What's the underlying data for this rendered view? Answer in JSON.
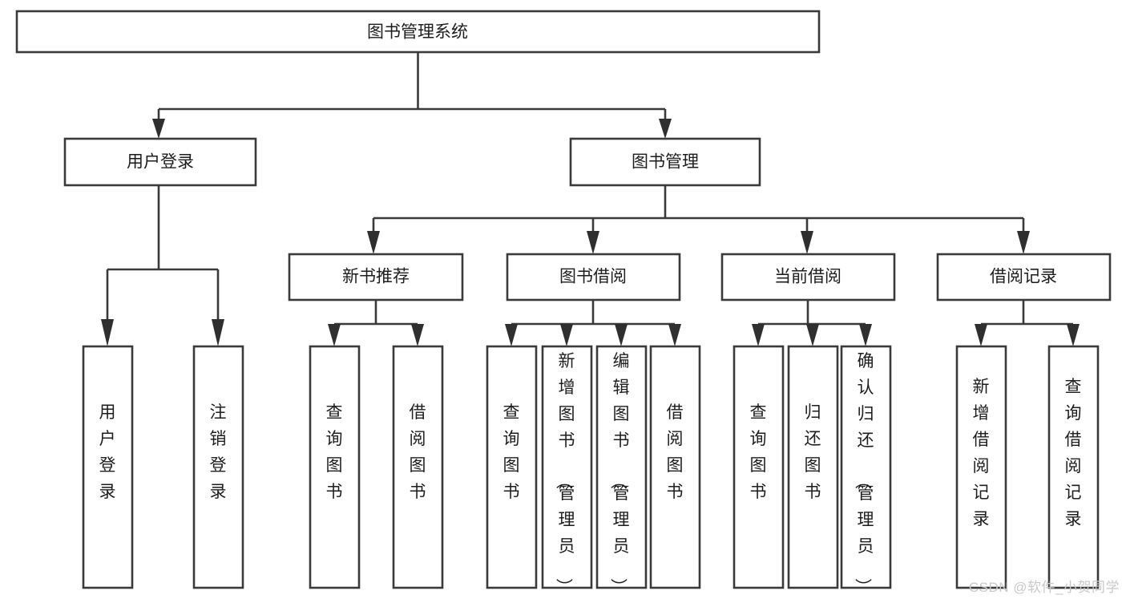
{
  "diagram": {
    "title": "图书管理系统",
    "type": "tree-hierarchy-chart",
    "root": {
      "id": "root",
      "label": "图书管理系统"
    },
    "level2": [
      {
        "id": "user-login",
        "label": "用户登录"
      },
      {
        "id": "book-manage",
        "label": "图书管理"
      }
    ],
    "level3": [
      {
        "id": "new-book-rec",
        "label": "新书推荐",
        "parent": "book-manage"
      },
      {
        "id": "book-borrow",
        "label": "图书借阅",
        "parent": "book-manage"
      },
      {
        "id": "current-borrow",
        "label": "当前借阅",
        "parent": "book-manage"
      },
      {
        "id": "borrow-record",
        "label": "借阅记录",
        "parent": "book-manage"
      }
    ],
    "leaves": [
      {
        "id": "leaf-user-login",
        "label": "用户登录",
        "parent": "user-login"
      },
      {
        "id": "leaf-logout",
        "label": "注销登录",
        "parent": "user-login"
      },
      {
        "id": "leaf-query-book-1",
        "label": "查询图书",
        "parent": "new-book-rec"
      },
      {
        "id": "leaf-borrow-book-1",
        "label": "借阅图书",
        "parent": "new-book-rec"
      },
      {
        "id": "leaf-query-book-2",
        "label": "查询图书",
        "parent": "book-borrow"
      },
      {
        "id": "leaf-add-book",
        "label": "新增图书（管理员）",
        "parent": "book-borrow"
      },
      {
        "id": "leaf-edit-book",
        "label": "编辑图书（管理员）",
        "parent": "book-borrow"
      },
      {
        "id": "leaf-borrow-book-2",
        "label": "借阅图书",
        "parent": "book-borrow"
      },
      {
        "id": "leaf-query-book-3",
        "label": "查询图书",
        "parent": "current-borrow"
      },
      {
        "id": "leaf-return-book",
        "label": "归还图书",
        "parent": "current-borrow"
      },
      {
        "id": "leaf-confirm-return",
        "label": "确认归还（管理员）",
        "parent": "current-borrow"
      },
      {
        "id": "leaf-add-record",
        "label": "新增借阅记录",
        "parent": "borrow-record"
      },
      {
        "id": "leaf-query-record",
        "label": "查询借阅记录",
        "parent": "borrow-record"
      }
    ]
  },
  "watermark": {
    "text": "CSDN @软件_小贺同学"
  },
  "colors": {
    "box_stroke": "#3a3a3a",
    "box_fill": "#ffffff",
    "text": "#1d1d1d",
    "watermark": "#c9c9c9",
    "background": "#ffffff"
  }
}
